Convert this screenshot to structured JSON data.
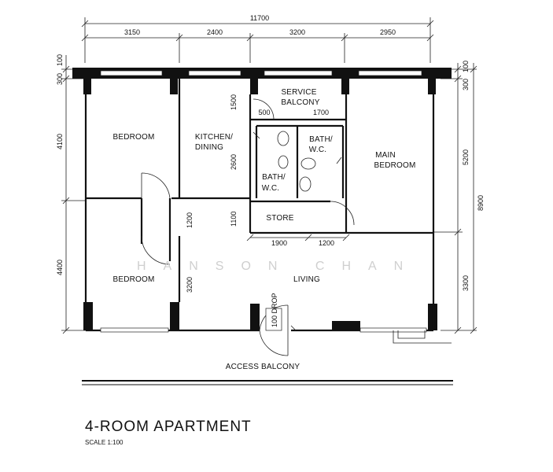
{
  "dimensions": {
    "overall_width": "11700",
    "top_segments": [
      "3150",
      "2400",
      "3200",
      "2950"
    ],
    "left_segments": [
      "300",
      "100",
      "4100",
      "4400"
    ],
    "right_segments": [
      "100",
      "300",
      "5200",
      "3300"
    ],
    "overall_depth": "8900",
    "service_balcony_depth": "1500",
    "service_500": "500",
    "service_1700": "1700",
    "kitchen_2600": "2600",
    "store_1100": "1100",
    "store_width_1900": "1900",
    "store_width_1200": "1200",
    "corridor_1200": "1200",
    "bedroom_3200": "3200",
    "drop_label": "100 DROP"
  },
  "rooms": {
    "bedroom_1": "BEDROOM",
    "bedroom_2": "BEDROOM",
    "kitchen_line1": "KITCHEN/",
    "kitchen_line2": "DINING",
    "service_line1": "SERVICE",
    "service_line2": "BALCONY",
    "bath1_line1": "BATH/",
    "bath1_line2": "W.C.",
    "bath2_line1": "BATH/",
    "bath2_line2": "W.C.",
    "main_line1": "MAIN",
    "main_line2": "BEDROOM",
    "store": "STORE",
    "living": "LIVING",
    "access_balcony": "ACCESS BALCONY"
  },
  "watermark": "HANSON CHAN",
  "title": "4-ROOM APARTMENT",
  "scale": "SCALE   1:100"
}
